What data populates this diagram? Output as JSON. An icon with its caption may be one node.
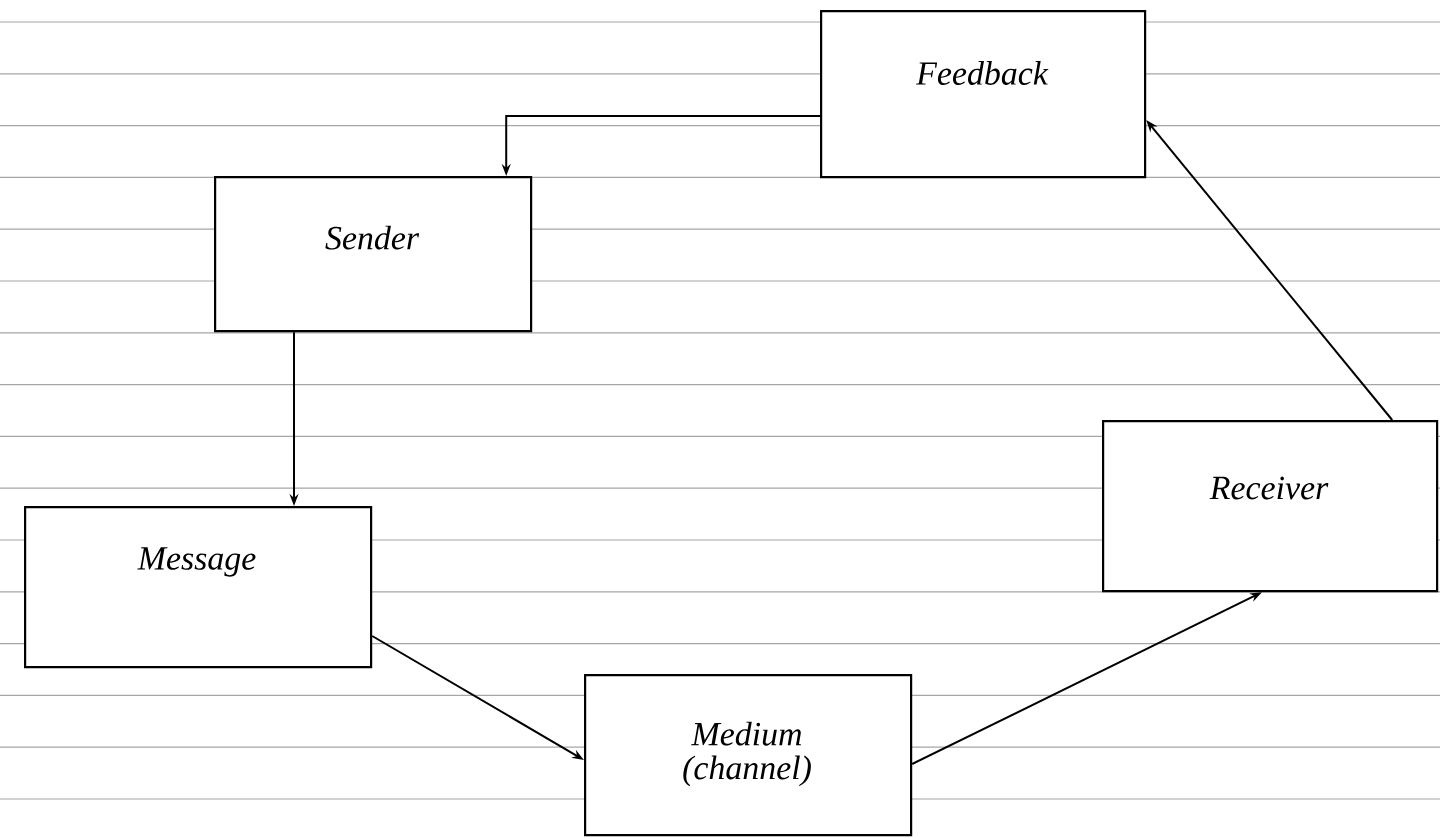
{
  "diagram": {
    "nodes": [
      {
        "text": [
          "Feedback"
        ]
      },
      {
        "text": [
          "Sender"
        ]
      },
      {
        "text": [
          "Message"
        ]
      },
      {
        "text": [
          "Medium (channel)"
        ]
      },
      {
        "text": [
          "Receiver"
        ]
      }
    ],
    "edges": [
      {
        "from": 0,
        "to": 1,
        "arrow": "to"
      },
      {
        "from": 1,
        "to": 2,
        "arrow": "to"
      },
      {
        "from": 2,
        "to": 3,
        "arrow": "to"
      },
      {
        "from": 3,
        "to": 4,
        "arrow": "to"
      },
      {
        "from": 4,
        "to": 0,
        "arrow": "to"
      }
    ]
  }
}
